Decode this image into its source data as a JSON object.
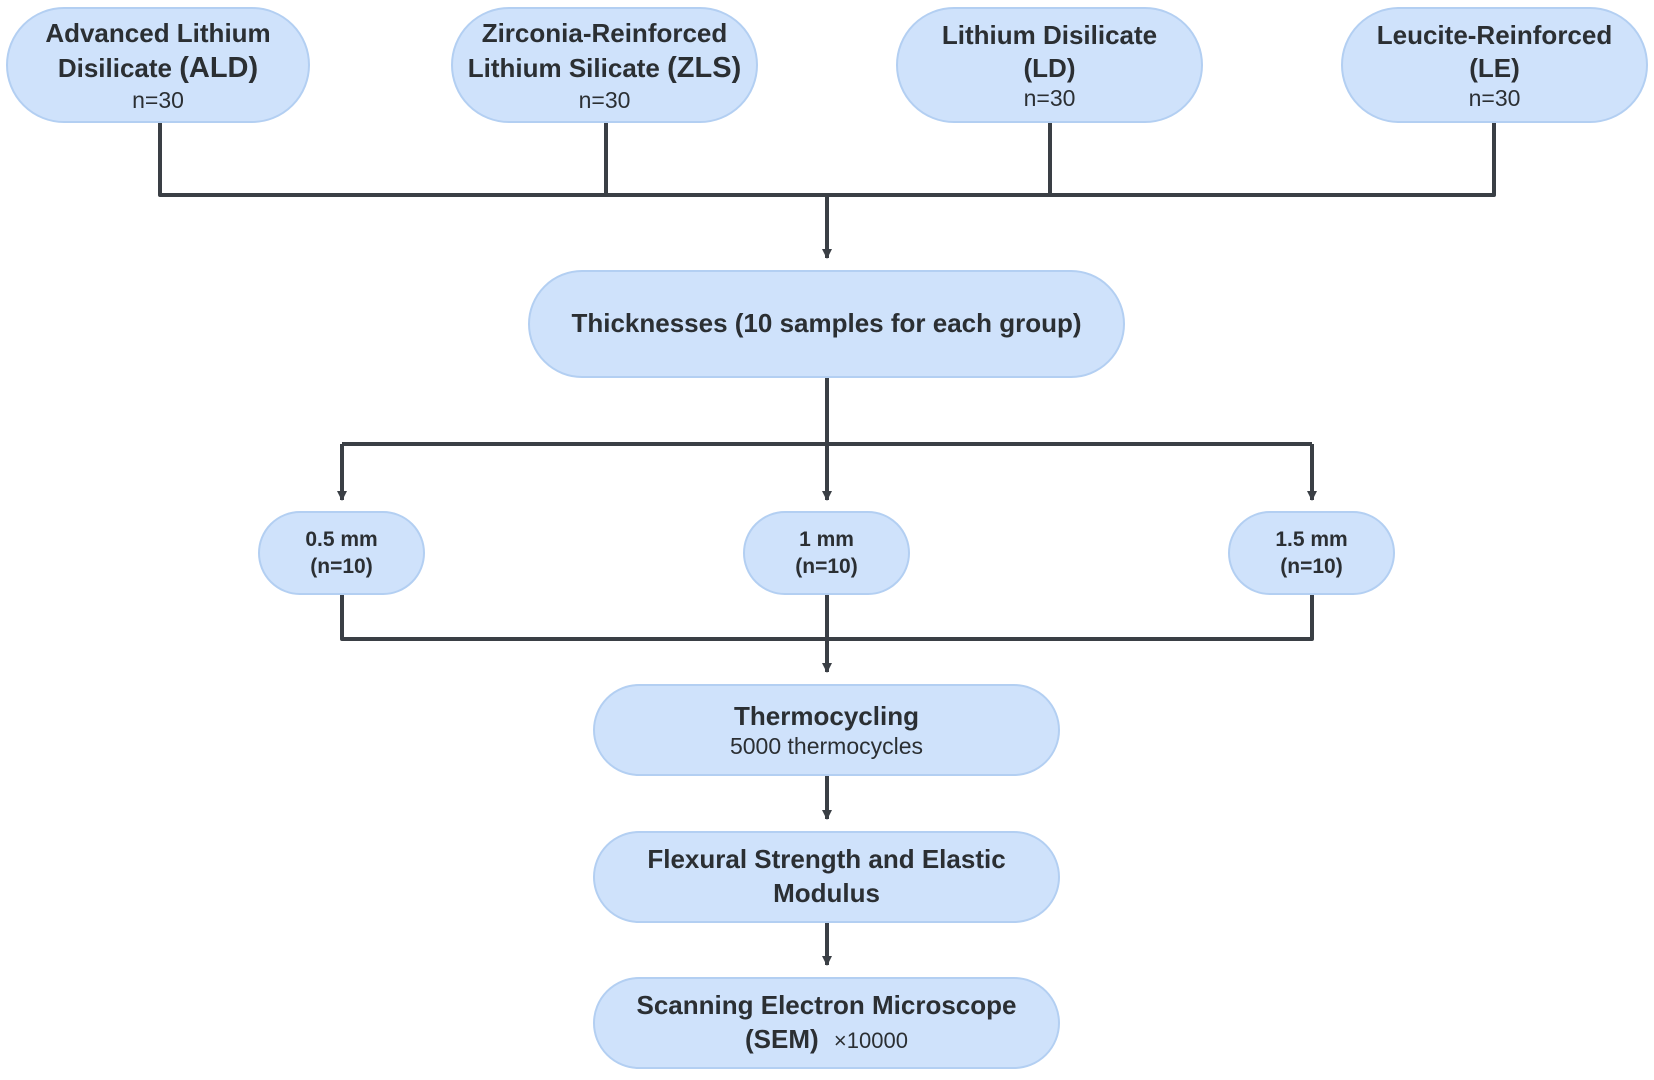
{
  "groups": {
    "ald": {
      "title_line1": "Advanced Lithium",
      "title_line2": "Disilicate",
      "abbr": "(ALD)",
      "n": "n=30"
    },
    "zls": {
      "title_line1": "Zirconia-Reinforced",
      "title_line2": "Lithium Silicate",
      "abbr": "(ZLS)",
      "n": "n=30"
    },
    "ld": {
      "title_line1": "Lithium Disilicate",
      "title_line2": "(LD)",
      "n": "n=30"
    },
    "le": {
      "title_line1": "Leucite-Reinforced",
      "title_line2": "(LE)",
      "n": "n=30"
    }
  },
  "thicknesses": {
    "title": "Thicknesses (10 samples for each group)"
  },
  "thickness_levels": [
    {
      "label": "0.5 mm",
      "n": "(n=10)"
    },
    {
      "label": "1 mm",
      "n": "(n=10)"
    },
    {
      "label": "1.5 mm",
      "n": "(n=10)"
    }
  ],
  "thermocycling": {
    "title": "Thermocycling",
    "detail": "5000 thermocycles"
  },
  "flexural": {
    "title_line1": "Flexural Strength and Elastic",
    "title_line2": "Modulus"
  },
  "sem": {
    "title_line1": "Scanning Electron Microscope",
    "title_line2": "(SEM)",
    "magnification": "×10000"
  },
  "colors": {
    "node_fill": "#cfe2fb",
    "node_border": "#b3cff2",
    "connector": "#3a3f45",
    "text": "#2b2f33"
  }
}
